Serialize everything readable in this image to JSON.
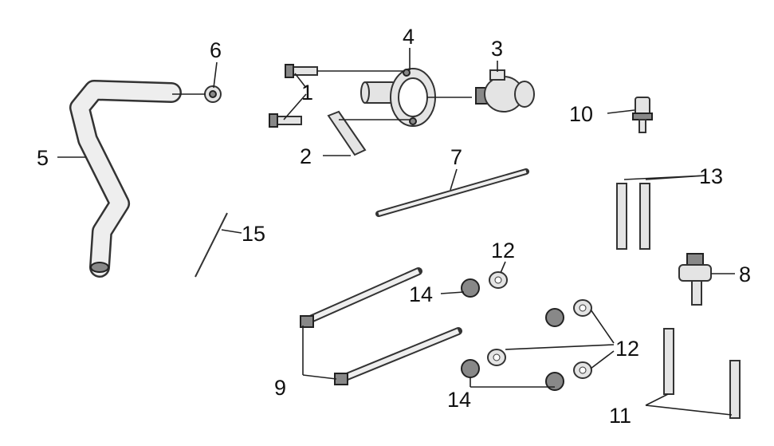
{
  "diagram": {
    "callouts": {
      "c1": "1",
      "c2": "2",
      "c3": "3",
      "c4": "4",
      "c5": "5",
      "c6": "6",
      "c7": "7",
      "c8": "8",
      "c9": "9",
      "c10": "10",
      "c11": "11",
      "c12a": "12",
      "c12b": "12",
      "c13": "13",
      "c14a": "14",
      "c14b": "14",
      "c15": "15"
    }
  }
}
